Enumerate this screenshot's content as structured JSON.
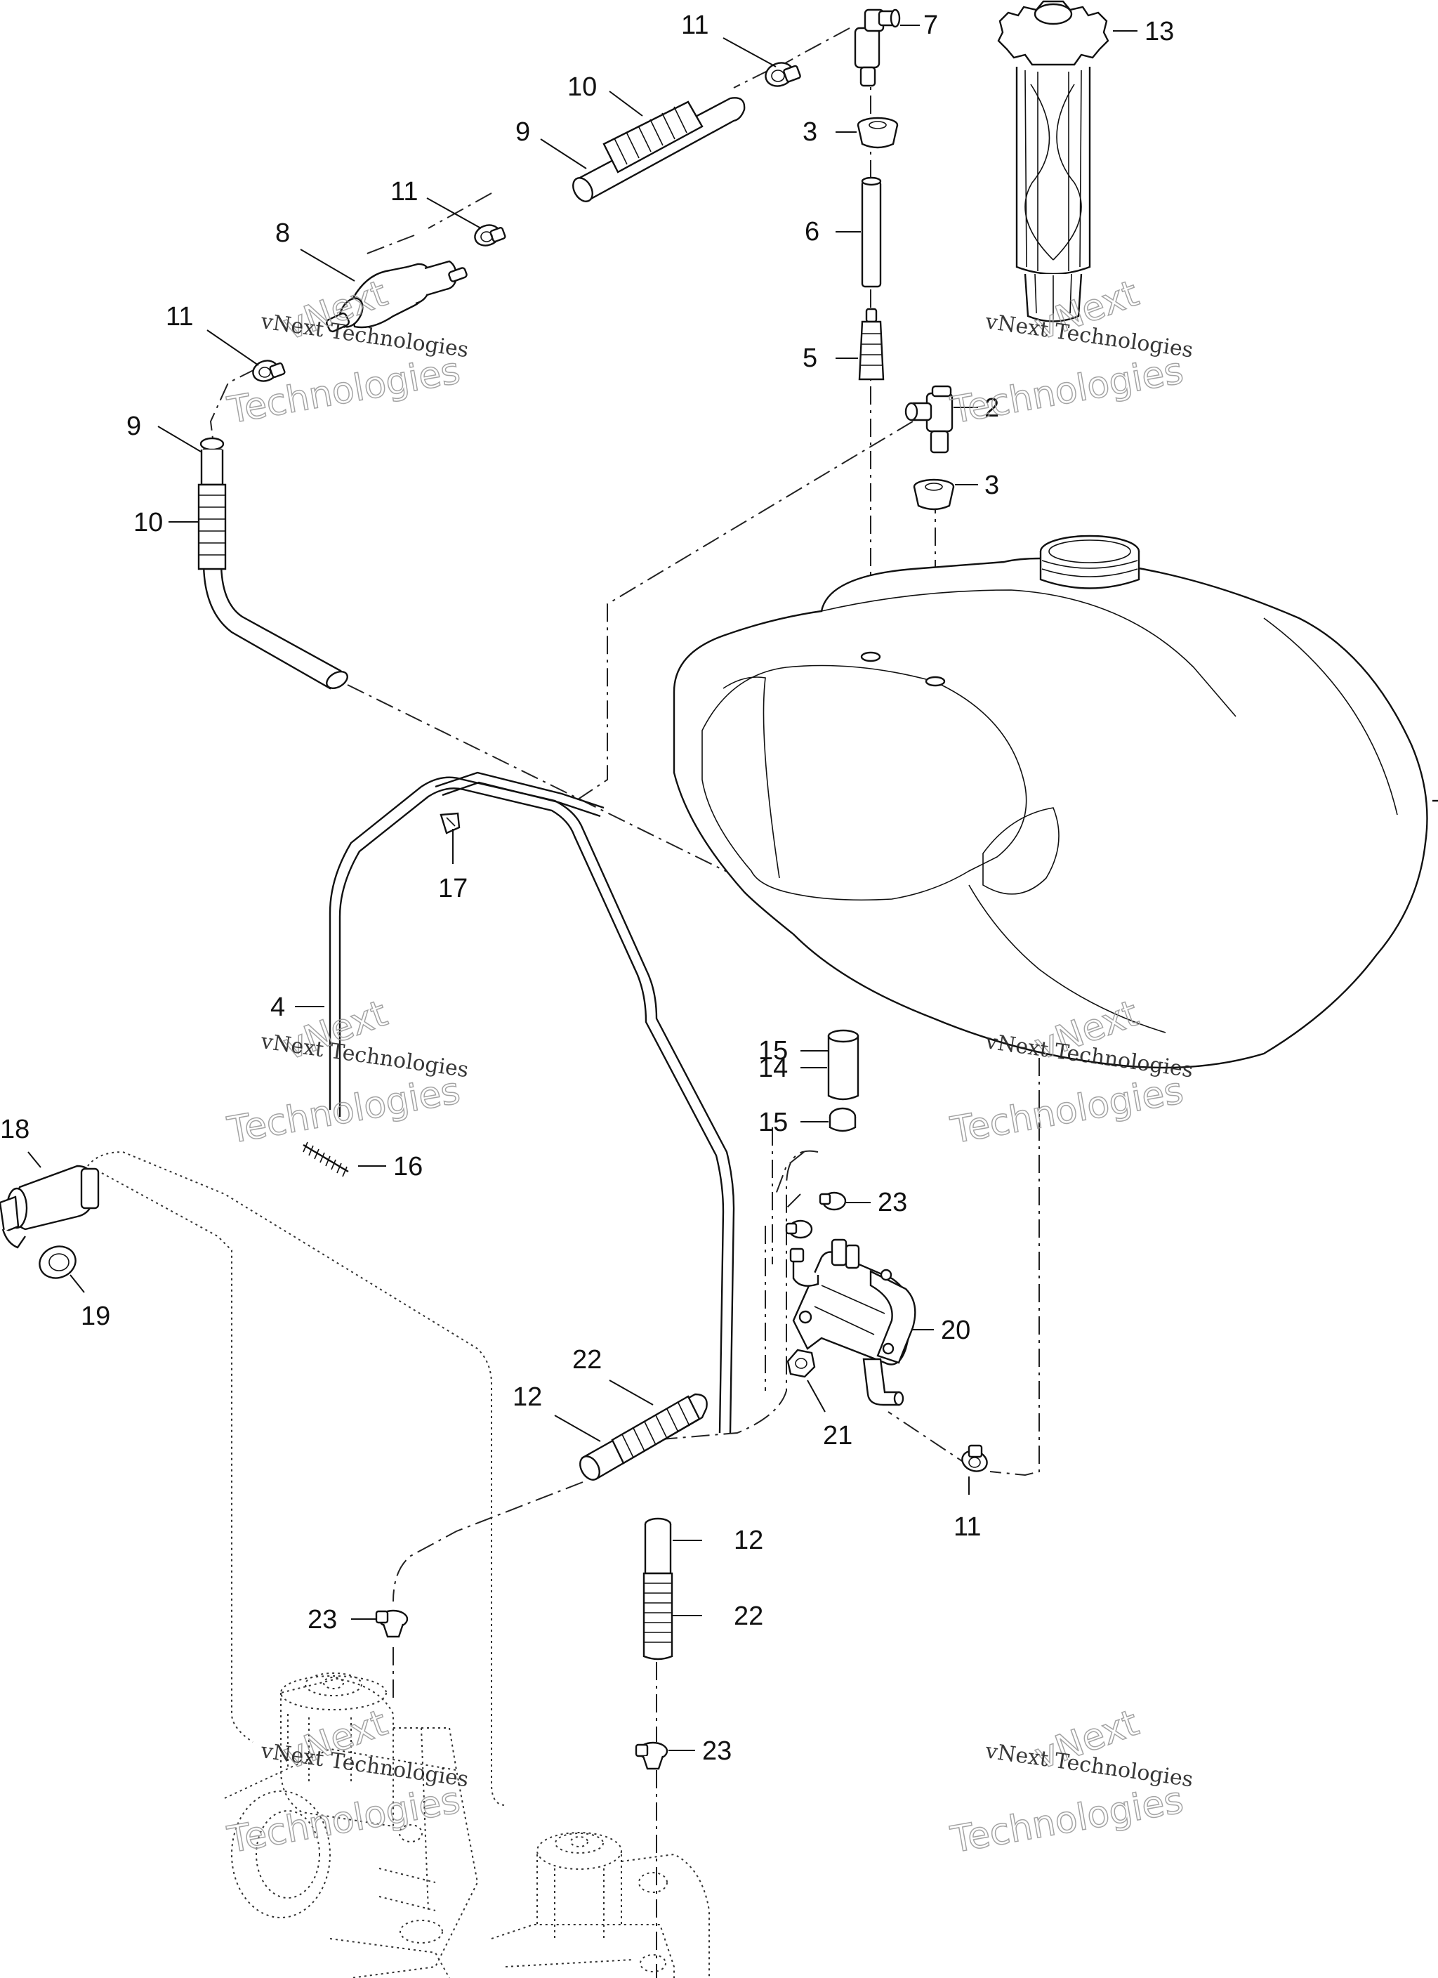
{
  "watermark": {
    "line1": "vNext",
    "line2": "vNext Technologies",
    "line3": "Technologies"
  },
  "callouts": {
    "c1": "11",
    "c2": "7",
    "c3": "13",
    "c4": "10",
    "c5": "9",
    "c6": "3",
    "c7": "11",
    "c8": "6",
    "c9": "8",
    "c10": "11",
    "c11": "5",
    "c12": "2",
    "c13": "9",
    "c14": "3",
    "c15": "10",
    "c16": "17",
    "c17": "4",
    "c18": "15",
    "c19": "14",
    "c20": "15",
    "c21": "16",
    "c22": "18",
    "c23": "23",
    "c24": "19",
    "c25": "20",
    "c26": "22",
    "c27": "12",
    "c28": "21",
    "c29": "11",
    "c30": "12",
    "c31": "22",
    "c32": "23",
    "c33": "23"
  }
}
